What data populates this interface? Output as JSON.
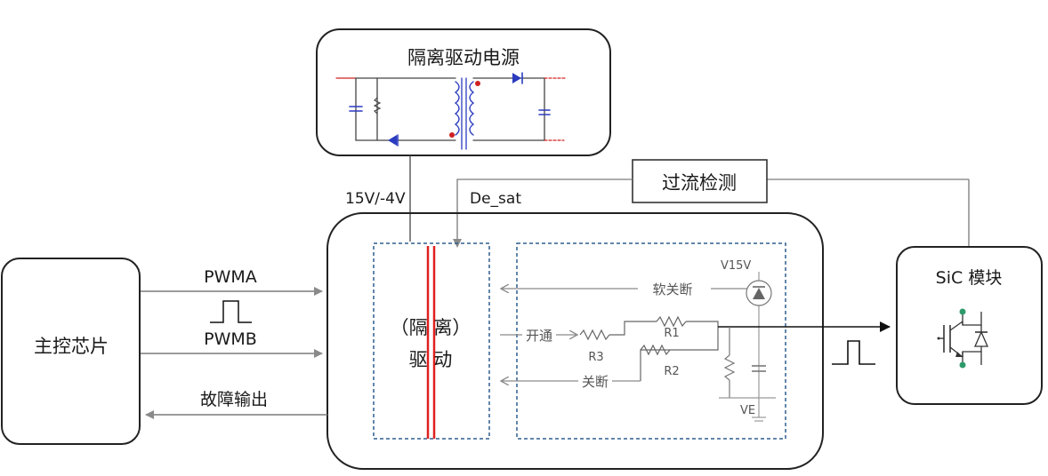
{
  "blocks": {
    "power_supply": "隔离驱动电源",
    "overcurrent": "过流检测",
    "main_chip": "主控芯片",
    "sic_module": "SiC 模块",
    "isolated_driver_line1": "（隔   离）",
    "isolated_driver_line2": "驱   动"
  },
  "signals": {
    "pwma": "PWMA",
    "pwmb": "PWMB",
    "fault_out": "故障输出",
    "supply_voltage": "15V/-4V",
    "desat": "De_sat",
    "soft_off": "软关断",
    "turn_on": "开通",
    "turn_off": "关断",
    "v15v": "V15V",
    "ve": "VE"
  },
  "components": {
    "r1": "R1",
    "r2": "R2",
    "r3": "R3"
  },
  "colors": {
    "box_stroke": "#222222",
    "dashed_blue": "#2e5f8f",
    "isolation_red": "#e02020",
    "wire_gray": "#7a7a7a",
    "arrow_gray": "#8a8a8a",
    "schematic_blue": "#2b3bbf",
    "schematic_red": "#d02020"
  }
}
